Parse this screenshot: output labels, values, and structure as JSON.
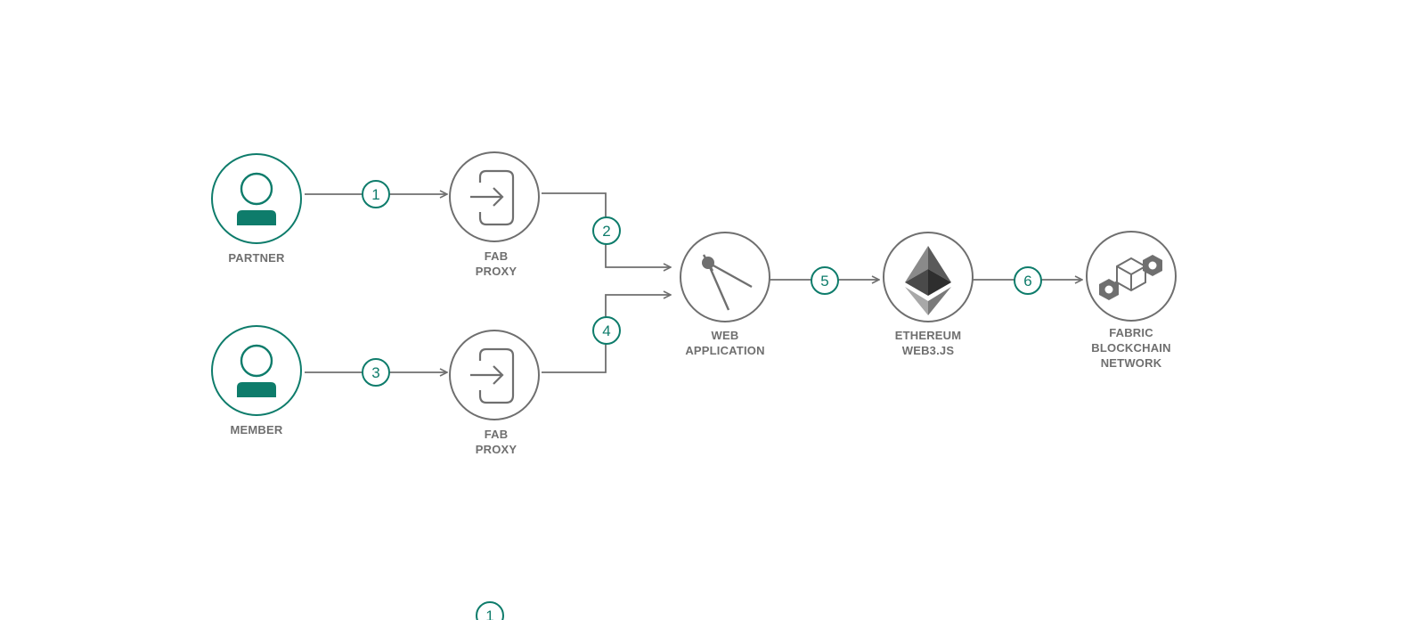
{
  "colors": {
    "teal": "#0e7c6b",
    "gray": "#6f6f6f",
    "dark": "#3a3a3a",
    "light": "#9a9a9a"
  },
  "nodes": {
    "partner": {
      "line1": "PARTNER",
      "icon": "person-icon"
    },
    "member": {
      "line1": "MEMBER",
      "icon": "person-icon"
    },
    "proxy_top": {
      "line1": "FAB",
      "line2": "PROXY",
      "icon": "sign-in-icon"
    },
    "proxy_bottom": {
      "line1": "FAB",
      "line2": "PROXY",
      "icon": "sign-in-icon"
    },
    "webapp": {
      "line1": "WEB",
      "line2": "APPLICATION",
      "icon": "compass-icon"
    },
    "ethereum": {
      "line1": "ETHEREUM",
      "line2": "WEB3.JS",
      "icon": "ethereum-icon"
    },
    "fabric": {
      "line1": "FABRIC",
      "line2": "BLOCKCHAIN",
      "line3": "NETWORK",
      "icon": "blockchain-cubes-icon"
    }
  },
  "steps": [
    "1",
    "2",
    "3",
    "4",
    "5",
    "6"
  ],
  "stray_step": "1"
}
